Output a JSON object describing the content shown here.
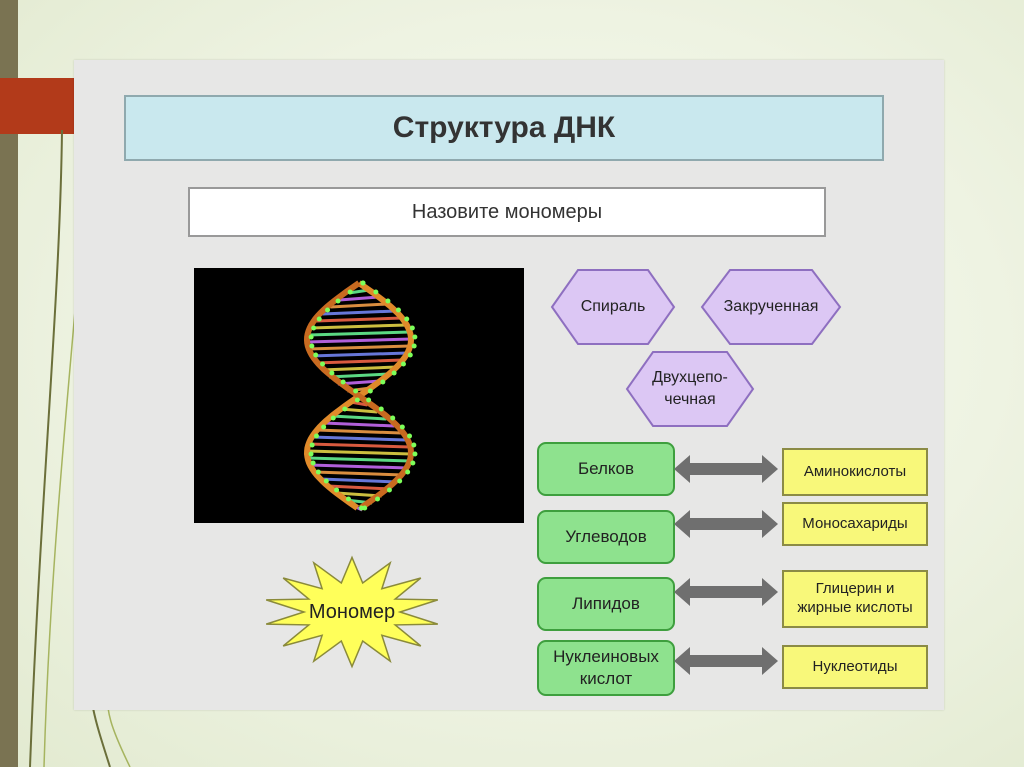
{
  "title": "Структура ДНК",
  "question": "Назовите мономеры",
  "dna_image": {
    "icon": "dna-double-helix-image"
  },
  "properties": [
    "Спираль",
    "Закрученная",
    "Двухцепо-\nчечная"
  ],
  "star_label": "Мономер",
  "pairs": [
    {
      "polymer": "Белков",
      "monomer": "Аминокислоты"
    },
    {
      "polymer": "Углеводов",
      "monomer": "Моносахариды"
    },
    {
      "polymer": "Липидов",
      "monomer": "Глицерин и\nжирные кислоты"
    },
    {
      "polymer": "Нуклеиновых\nкислот",
      "monomer": "Нуклеотиды"
    }
  ],
  "colors": {
    "title_bg": "#c9e8ee",
    "hexagon_fill": "#dcc7f4",
    "hexagon_stroke": "#8e6fc0",
    "polymer_fill": "#8ee28e",
    "monomer_fill": "#f8f87a",
    "star_fill": "#ffff5a",
    "arrow_fill": "#6f6f6f"
  }
}
